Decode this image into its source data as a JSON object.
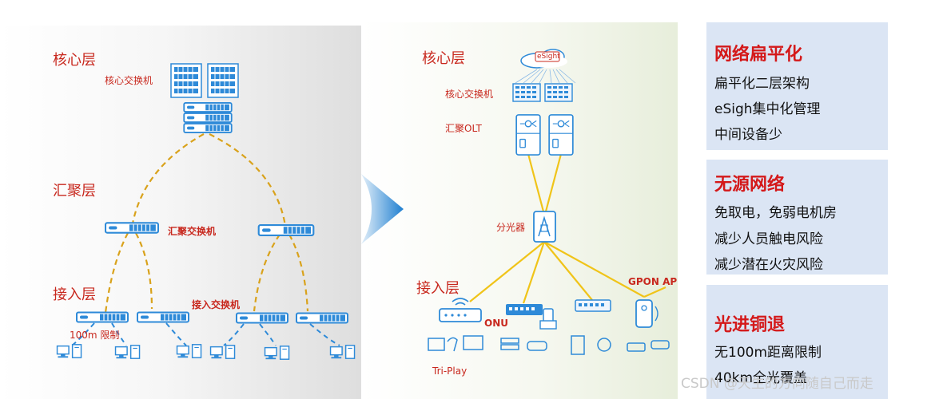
{
  "left": {
    "core_layer": "核心层",
    "core_switch": "核心交换机",
    "agg_layer": "汇聚层",
    "agg_switch": "汇聚交换机",
    "access_layer": "接入层",
    "access_switch": "接入交换机",
    "limit_note": "100m 限制"
  },
  "right": {
    "core_layer": "核心层",
    "esight_logo": "eSight",
    "core_switch": "核心交换机",
    "agg_olt": "汇聚OLT",
    "splitter": "分光器",
    "access_layer": "接入层",
    "gpon_ap": "GPON AP",
    "onu": "ONU",
    "tri_play": "Tri-Play"
  },
  "boxes": [
    {
      "title": "网络扁平化",
      "lines": [
        "扁平化二层架构",
        "eSigh集中化管理",
        "中间设备少"
      ]
    },
    {
      "title": "无源网络",
      "lines": [
        "免取电，免弱电机房",
        "减少人员触电风险",
        "减少潜在火灾风险"
      ]
    },
    {
      "title": "光进铜退",
      "lines": [
        "无100m距离限制",
        "40km全光覆盖"
      ]
    }
  ],
  "watermark": "CSDN @天生的方向随自己而走",
  "colors": {
    "accent_red": "#c8281e",
    "device_blue": "#2e8ad8",
    "link_gold": "#d9a21b",
    "fiber_yellow": "#f0c419",
    "box_bg": "#dbe5f4"
  }
}
